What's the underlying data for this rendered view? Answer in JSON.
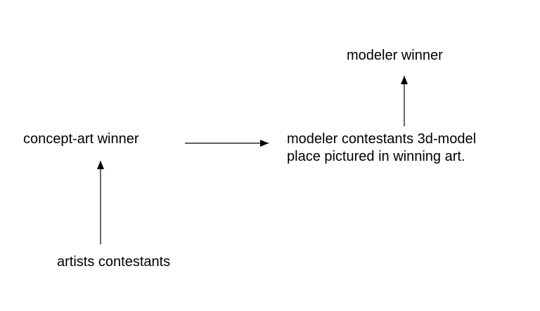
{
  "nodes": {
    "modeler_winner": "modeler winner",
    "concept_art_winner": "concept-art winner",
    "modeler_contestants_line1": "modeler contestants 3d-model",
    "modeler_contestants_line2": "place pictured in winning art.",
    "artists_contestants": "artists contestants"
  },
  "edges": [
    {
      "from": "artists contestants",
      "to": "concept-art winner"
    },
    {
      "from": "concept-art winner",
      "to": "modeler contestants 3d-model place pictured in winning art."
    },
    {
      "from": "modeler contestants 3d-model place pictured in winning art.",
      "to": "modeler winner"
    }
  ],
  "colors": {
    "background": "#ffffff",
    "ink": "#000000"
  }
}
